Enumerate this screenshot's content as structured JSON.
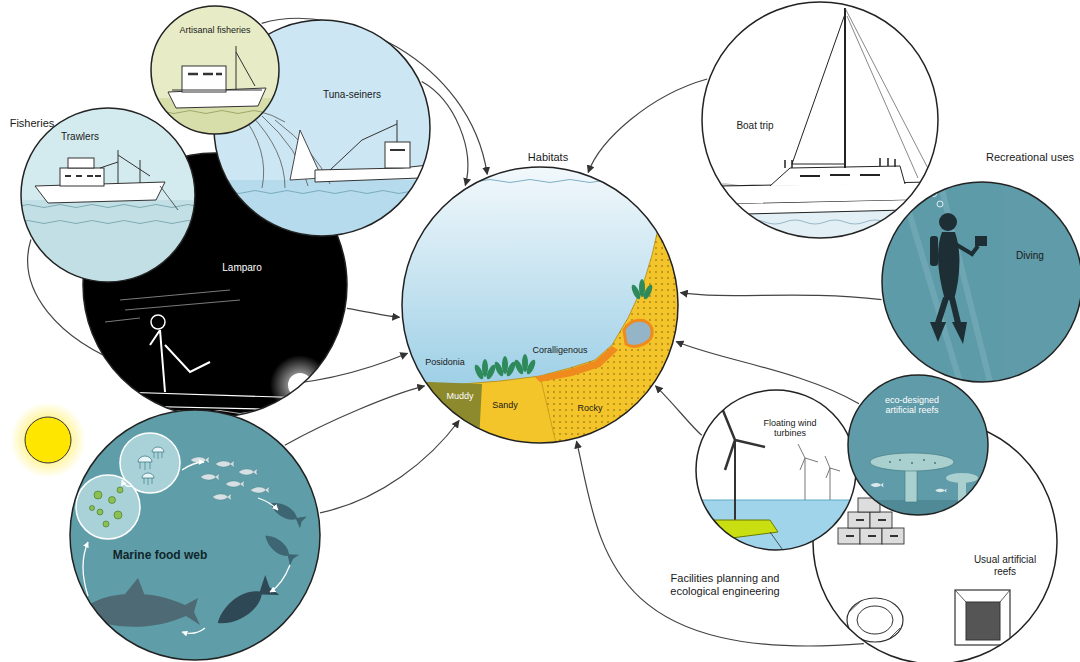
{
  "diagram": {
    "nodes": [
      {
        "text": [
          "Trawlers"
        ]
      },
      {
        "text": [
          "Artisanal fisheries"
        ]
      },
      {
        "text": [
          "Tuna-seiners"
        ]
      },
      {
        "text": [
          "Lamparo"
        ]
      },
      {
        "text": [
          "Marine food web"
        ]
      },
      {
        "text": [
          "Habitats"
        ]
      },
      {
        "text": [
          "Boat trip"
        ]
      },
      {
        "text": [
          "Diving"
        ]
      },
      {
        "text": [
          "Floating wind turbines"
        ]
      },
      {
        "text": [
          "eco-designed artificial reefs"
        ]
      },
      {
        "text": [
          "Usual artificial reefs"
        ]
      }
    ],
    "edges": [
      {
        "from": 0,
        "to": 5,
        "arrow": "to"
      },
      {
        "from": 1,
        "to": 5,
        "arrow": "to"
      },
      {
        "from": 2,
        "to": 5,
        "arrow": "to"
      },
      {
        "from": 3,
        "to": 5,
        "arrow": "to"
      },
      {
        "from": 4,
        "to": 5,
        "arrow": "to"
      },
      {
        "from": 4,
        "to": 5,
        "arrow": "to"
      },
      {
        "from": 6,
        "to": 5,
        "arrow": "to"
      },
      {
        "from": 7,
        "to": 5,
        "arrow": "to"
      },
      {
        "from": 8,
        "to": 5,
        "arrow": "to"
      },
      {
        "from": 9,
        "to": 5,
        "arrow": "to"
      },
      {
        "from": 10,
        "to": 5,
        "arrow": "to"
      }
    ],
    "labels": [
      "Fisheries",
      "Recreational uses",
      "Facilities planning and ecological engineering",
      "Posidonia",
      "Muddy",
      "Sandy",
      "Coralligenous",
      "Rocky"
    ]
  }
}
